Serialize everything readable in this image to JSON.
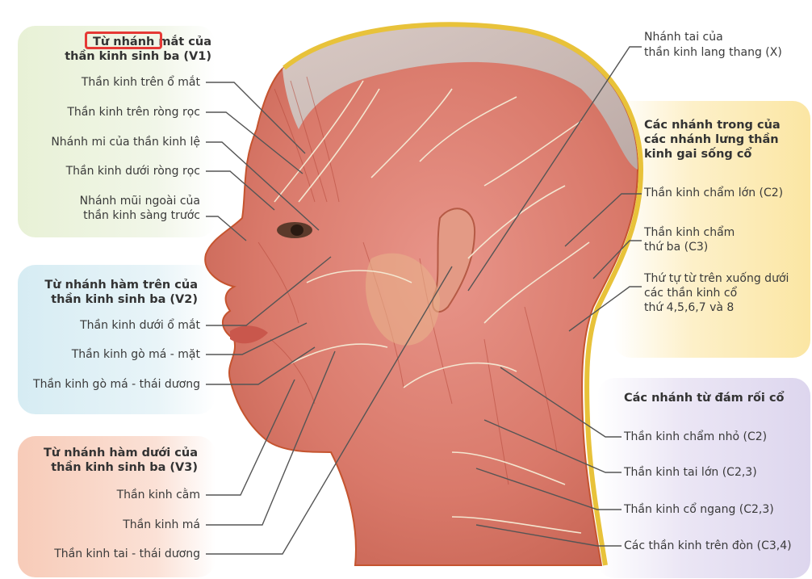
{
  "v1": {
    "title_pre": "Từ ",
    "title_highlight": "nhánh mắt",
    "title_post": " của",
    "title_line2": "thần kinh sinh ba (V1)",
    "items": [
      "Thần kinh trên ổ mắt",
      "Thần kinh trên ròng rọc",
      "Nhánh mi của thần kinh lệ",
      "Thần kinh dưới ròng rọc",
      "Nhánh mũi ngoài của",
      "thần kinh sàng trước"
    ]
  },
  "v2": {
    "title_line1": "Từ nhánh hàm trên của",
    "title_line2": "thần kinh sinh ba (V2)",
    "items": [
      "Thần kinh dưới ổ mắt",
      "Thần kinh gò má - mặt",
      "Thần kinh gò má - thái dương"
    ]
  },
  "v3": {
    "title_line1": "Từ nhánh hàm dưới của",
    "title_line2": "thần kinh sinh ba (V3)",
    "items": [
      "Thần kinh cằm",
      "Thần kinh má",
      "Thần kinh tai - thái dương"
    ]
  },
  "vagus": {
    "line1": "Nhánh tai của",
    "line2": "thần kinh lang thang (X)"
  },
  "dorsal": {
    "title_line1": "Các nhánh trong của",
    "title_line2": "các nhánh lưng thần",
    "title_line3": "kinh gai sống cổ",
    "greater_occipital": "Thần kinh chẩm lớn (C2)",
    "third_occipital_1": "Thần kinh chẩm",
    "third_occipital_2": "thứ ba (C3)",
    "order_1": "Thứ tự từ trên xuống dưới",
    "order_2": "các thần kinh cổ",
    "order_3": "thứ 4,5,6,7 và 8"
  },
  "plexus": {
    "title": "Các nhánh từ đám rối cổ",
    "items": [
      "Thần kinh chẩm nhỏ (C2)",
      "Thần kinh tai lớn (C2,3)",
      "Thần kinh cổ ngang (C2,3)",
      "Các thần kinh trên đòn (C3,4)"
    ]
  },
  "colors": {
    "v1_panel": "#e8f1d6",
    "v2_panel": "#d6ecf3",
    "v3_panel": "#f7cbb8",
    "dorsal_panel": "#fbe6a3",
    "plexus_panel": "#ddd6ee",
    "highlight": "#e53935",
    "muscle": "#d9796a",
    "nerve": "#f2e6d0"
  }
}
